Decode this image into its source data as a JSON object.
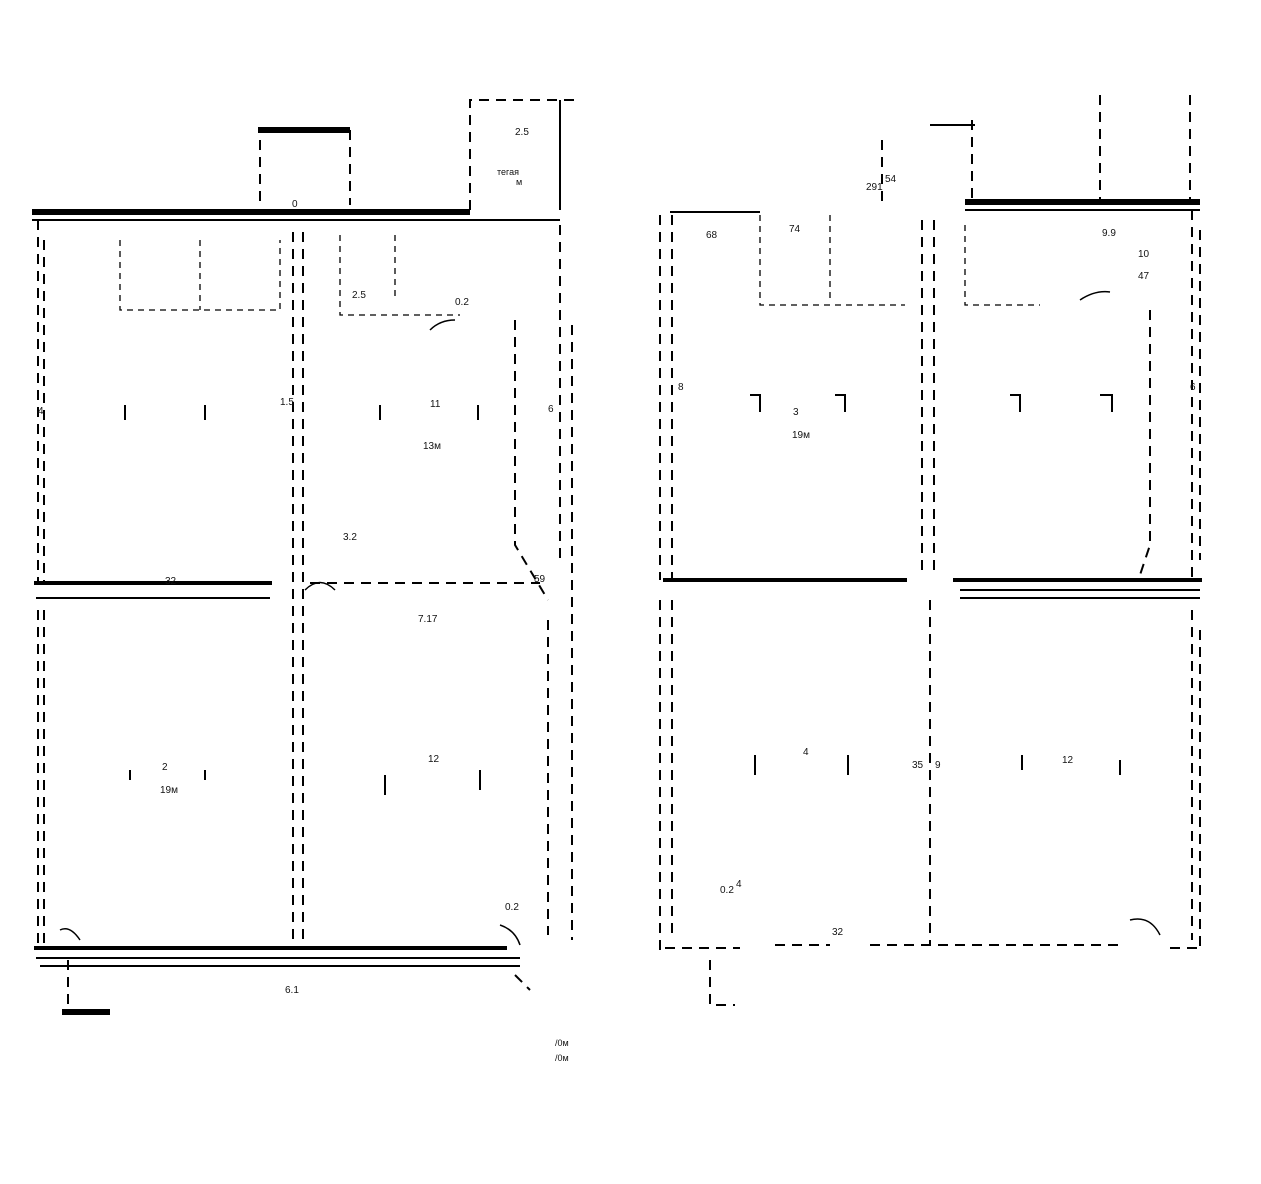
{
  "left_plan": {
    "rooms": [
      {
        "key": "top_left_room",
        "lines": [
          "",
          "",
          ""
        ]
      },
      {
        "key": "top_right_room",
        "lines": [
          "11",
          "",
          "13м"
        ]
      },
      {
        "key": "bottom_left_room",
        "lines": [
          "2",
          "",
          "19м"
        ]
      },
      {
        "key": "bottom_right_room",
        "lines": [
          "12",
          "",
          ""
        ]
      },
      {
        "key": "stair_room",
        "lines": [
          "",
          "тегая",
          "м"
        ]
      }
    ],
    "dimensions": [
      "2.5",
      "0",
      "59",
      "0.2",
      "3.2",
      "6.1",
      "4",
      "1.5",
      "7.17",
      "32",
      "0.2",
      "2.5",
      "6"
    ],
    "footer_notes": [
      "/0м",
      "/0м"
    ]
  },
  "right_plan": {
    "rooms": [
      {
        "key": "top_left_room",
        "lines": [
          "3",
          "",
          "19м"
        ]
      },
      {
        "key": "top_right_room",
        "lines": [
          "",
          "",
          ""
        ]
      },
      {
        "key": "bottom_left_room",
        "lines": [
          "4",
          "",
          ""
        ]
      },
      {
        "key": "bottom_right_room",
        "lines": [
          "12",
          "",
          ""
        ]
      },
      {
        "key": "side_room",
        "lines": [
          "10",
          "47",
          ""
        ]
      }
    ],
    "dimensions": [
      "291",
      "54",
      "68",
      "74",
      "9.9",
      "8",
      "6",
      "0.2",
      "32",
      "35",
      "9",
      "4"
    ],
    "footer_notes": [
      "",
      ""
    ]
  }
}
